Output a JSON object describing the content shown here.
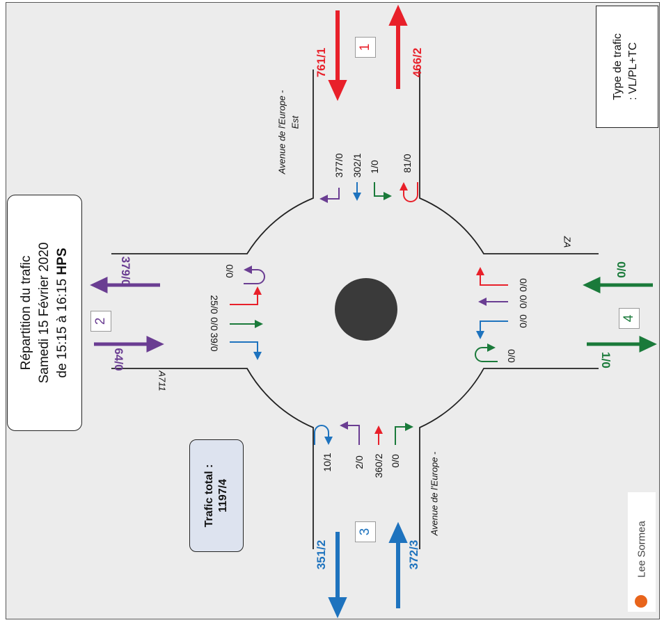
{
  "info": {
    "line1": "Répartition du trafic",
    "line2": "Samedi 15 Février 2020",
    "line3_prefix": "de 15:15 à 16:15 ",
    "line3_bold": "HPS"
  },
  "total": {
    "label": "Trafic total :",
    "value": "1197/4"
  },
  "type_box": {
    "line1": "Type de trafic",
    "line2": ": VL/PL+TC"
  },
  "logo": {
    "text": "Lee Sormea"
  },
  "colors": {
    "arm1": "#e8202a",
    "arm2": "#6a3d92",
    "arm3": "#1e73be",
    "arm4": "#1a7a3a"
  },
  "arms": {
    "arm1": {
      "number": "1",
      "road": "Avenue de l'Europe -",
      "road2": "Est",
      "in": "761/1",
      "out": "466/2",
      "movements": [
        "377/0",
        "302/1",
        "1/0",
        "81/0"
      ]
    },
    "arm2": {
      "number": "2",
      "road": "A711",
      "in": "64/0",
      "out": "379/0",
      "movements": [
        "39/0",
        "0/0",
        "25/0",
        "0/0"
      ]
    },
    "arm3": {
      "number": "3",
      "road": "Avenue de l'Europe -",
      "in": "372/3",
      "out": "351/2",
      "movements": [
        "10/1",
        "2/0",
        "360/2",
        "0/0"
      ]
    },
    "arm4": {
      "number": "4",
      "road": "ZA",
      "in": "0/0",
      "out": "1/0",
      "movements": [
        "0/0",
        "0/0",
        "0/0",
        "0/0"
      ]
    }
  }
}
